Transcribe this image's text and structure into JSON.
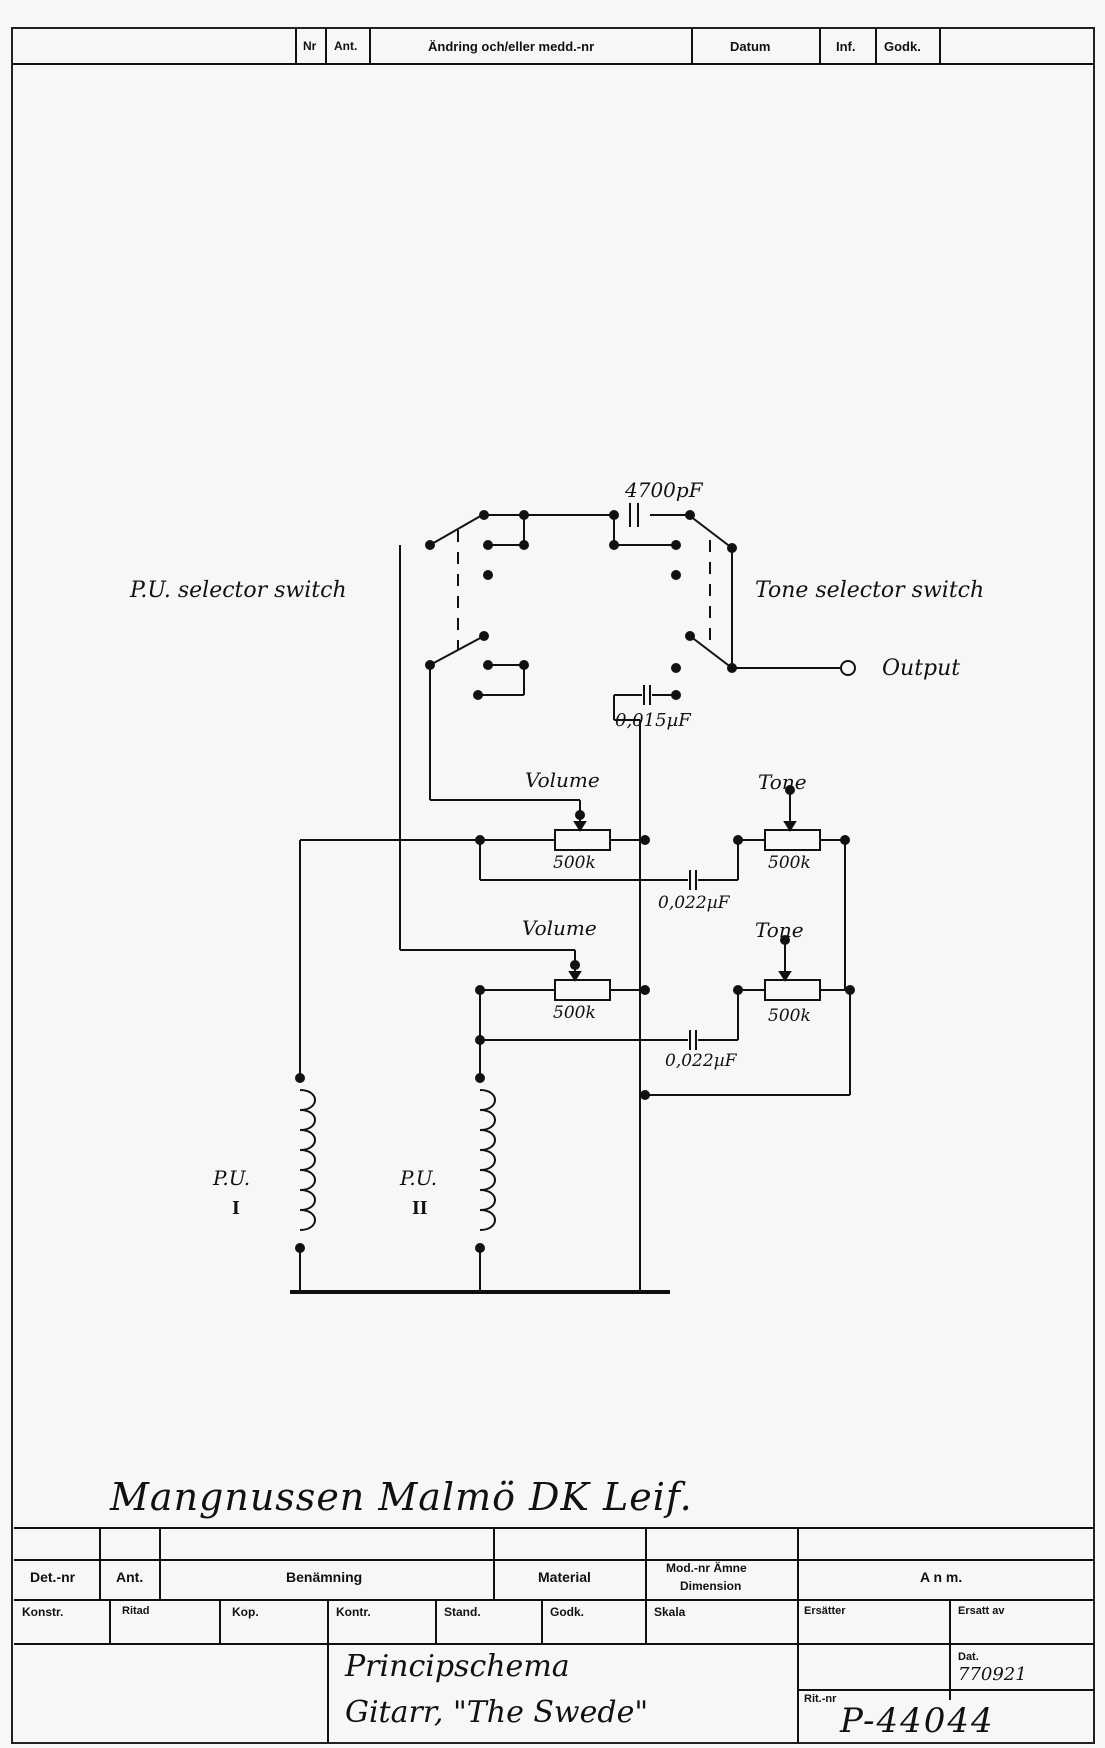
{
  "revision_header": {
    "nr": "Nr",
    "ant": "Ant.",
    "andring": "Ändring och/eller medd.-nr",
    "datum": "Datum",
    "inf": "Inf.",
    "godk": "Godk."
  },
  "schematic": {
    "pu_selector_label": "P.U. selector switch",
    "tone_selector_label": "Tone selector switch",
    "output_label": "Output",
    "cap_4700pf": "4700pF",
    "cap_0015uf": "0,015µF",
    "volume_1": "Volume",
    "volume_1_value": "500k",
    "tone_1": "Tone",
    "tone_1_value": "500k",
    "cap_0022uf_1": "0,022µF",
    "volume_2": "Volume",
    "volume_2_value": "500k",
    "tone_2": "Tone",
    "tone_2_value": "500k",
    "cap_0022uf_2": "0,022µF",
    "pickup_1_label": "P.U.",
    "pickup_1_number": "I",
    "pickup_2_label": "P.U.",
    "pickup_2_number": "II"
  },
  "signature_line": "Mangnussen Malmö  DK Leif.",
  "title_block": {
    "det_nr": "Det.-nr",
    "ant": "Ant.",
    "benamning": "Benämning",
    "material": "Material",
    "mod_nr_line1": "Mod.-nr Ämne",
    "mod_nr_line2": "Dimension",
    "anm": "A n m.",
    "konstr": "Konstr.",
    "ritad": "Ritad",
    "kop": "Kop.",
    "kontr": "Kontr.",
    "stand": "Stand.",
    "godk": "Godk.",
    "skala": "Skala",
    "ersatter": "Ersätter",
    "ersatt_av": "Ersatt av",
    "title_line1": "Principschema",
    "title_line2": "Gitarr, \"The Swede\"",
    "dat_label": "Dat.",
    "dat_value": "770921",
    "ritn_nr_label": "Rit.-nr",
    "ritn_nr_value": "P-44044"
  }
}
